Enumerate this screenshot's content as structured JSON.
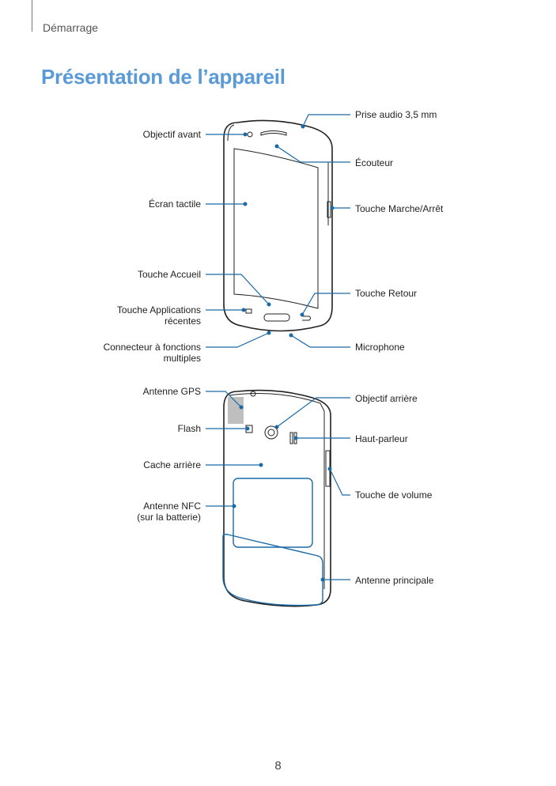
{
  "header": {
    "section": "Démarrage"
  },
  "title": "Présentation de l’appareil",
  "front": {
    "objectif_avant": "Objectif avant",
    "ecran_tactile": "Écran tactile",
    "touche_accueil": "Touche Accueil",
    "touche_apps_1": "Touche Applications",
    "touche_apps_2": "récentes",
    "connecteur_1": "Connecteur à fonctions",
    "connecteur_2": "multiples",
    "prise_audio": "Prise audio 3,5 mm",
    "ecouteur": "Écouteur",
    "touche_marche": "Touche Marche/Arrêt",
    "touche_retour": "Touche Retour",
    "microphone": "Microphone"
  },
  "back": {
    "antenne_gps": "Antenne GPS",
    "flash": "Flash",
    "cache_arriere": "Cache arrière",
    "antenne_nfc_1": "Antenne NFC",
    "antenne_nfc_2": "(sur la batterie)",
    "objectif_arriere": "Objectif arrière",
    "haut_parleur": "Haut-parleur",
    "touche_volume": "Touche de volume",
    "antenne_principale": "Antenne principale"
  },
  "page_number": "8"
}
